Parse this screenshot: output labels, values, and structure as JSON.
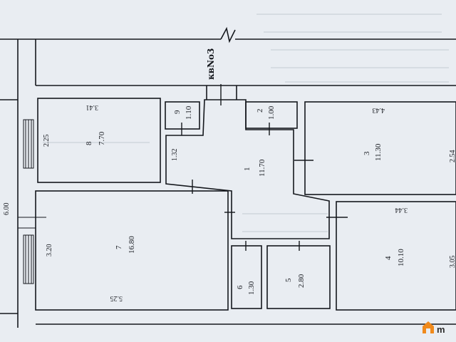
{
  "apartment_label": "квNо3",
  "rooms": [
    {
      "id": "1",
      "area": "11.70"
    },
    {
      "id": "2",
      "area": "1.00"
    },
    {
      "id": "3",
      "area": "11.30"
    },
    {
      "id": "4",
      "area": "10.10"
    },
    {
      "id": "5",
      "area": "2.80"
    },
    {
      "id": "6",
      "area": "1.30"
    },
    {
      "id": "7",
      "area": "16.80"
    },
    {
      "id": "8",
      "area": "7.70"
    },
    {
      "id": "9",
      "area": "1.10"
    }
  ],
  "dimensions": [
    "3.41",
    "2.25",
    "1.32",
    "4.43",
    "2.54",
    "3.44",
    "3.05",
    "3.20",
    "6.00",
    "5.25"
  ],
  "watermark": "m"
}
